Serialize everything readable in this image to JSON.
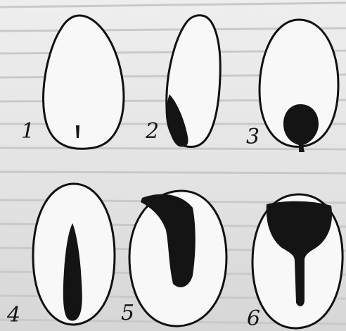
{
  "figure": {
    "panels": [
      {
        "number": "1",
        "content": "egg-with-tiny-mark"
      },
      {
        "number": "2",
        "content": "egg-with-lateral-streak"
      },
      {
        "number": "3",
        "content": "egg-with-basal-blob"
      },
      {
        "number": "4",
        "content": "egg-with-central-spike"
      },
      {
        "number": "5",
        "content": "egg-with-curved-band"
      },
      {
        "number": "6",
        "content": "egg-with-stalked-cap"
      }
    ]
  },
  "colors": {
    "ink": "#141414",
    "paper": "#eeeeee",
    "outline_fill": "#f8f8f8"
  }
}
